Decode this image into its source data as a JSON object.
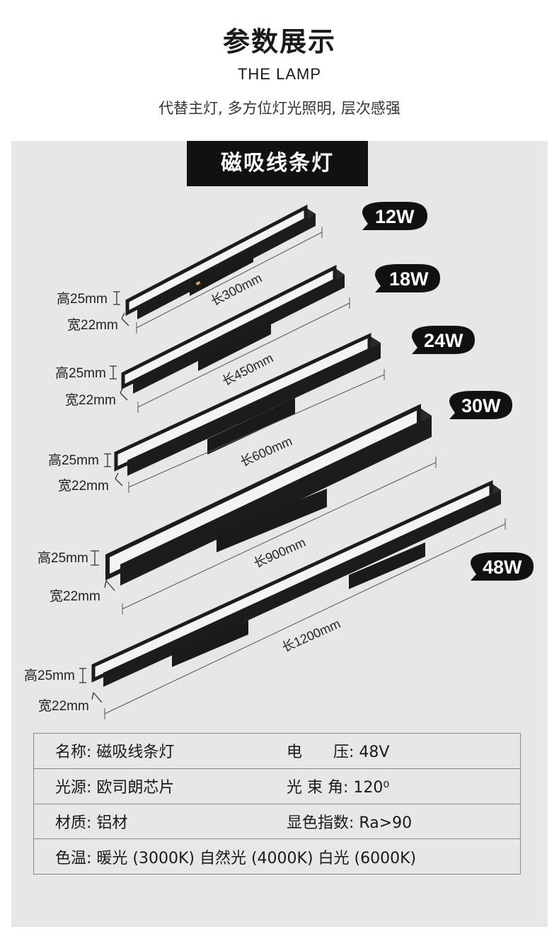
{
  "header": {
    "title": "参数展示",
    "subtitle": "THE LAMP",
    "tagline": "代替主灯, 多方位灯光照明, 层次感强"
  },
  "banner": "磁吸线条灯",
  "lamps": [
    {
      "length": "长300mm",
      "height": "高25mm",
      "width": "宽22mm",
      "watt": "12W"
    },
    {
      "length": "长450mm",
      "height": "高25mm",
      "width": "宽22mm",
      "watt": "18W"
    },
    {
      "length": "长600mm",
      "height": "高25mm",
      "width": "宽22mm",
      "watt": "24W"
    },
    {
      "length": "长900mm",
      "height": "高25mm",
      "width": "宽22mm",
      "watt": "30W"
    },
    {
      "length": "长1200mm",
      "height": "高25mm",
      "width": "宽22mm",
      "watt": "48W"
    }
  ],
  "specs": {
    "name": "名称: 磁吸线条灯",
    "voltage": "电　　压: 48V",
    "source": "光源: 欧司朗芯片",
    "beam": "光 束 角: 120⁰",
    "material": "材质: 铝材",
    "cri": "显色指数: Ra>90",
    "cct": "色温: 暖光 (3000K) 自然光 (4000K)  白光 (6000K)"
  },
  "colors": {
    "panel": "#e7e7e7",
    "banner": "#111111",
    "lamp_body": "#1c1c1c",
    "diffuser": "#f2f2f2"
  }
}
